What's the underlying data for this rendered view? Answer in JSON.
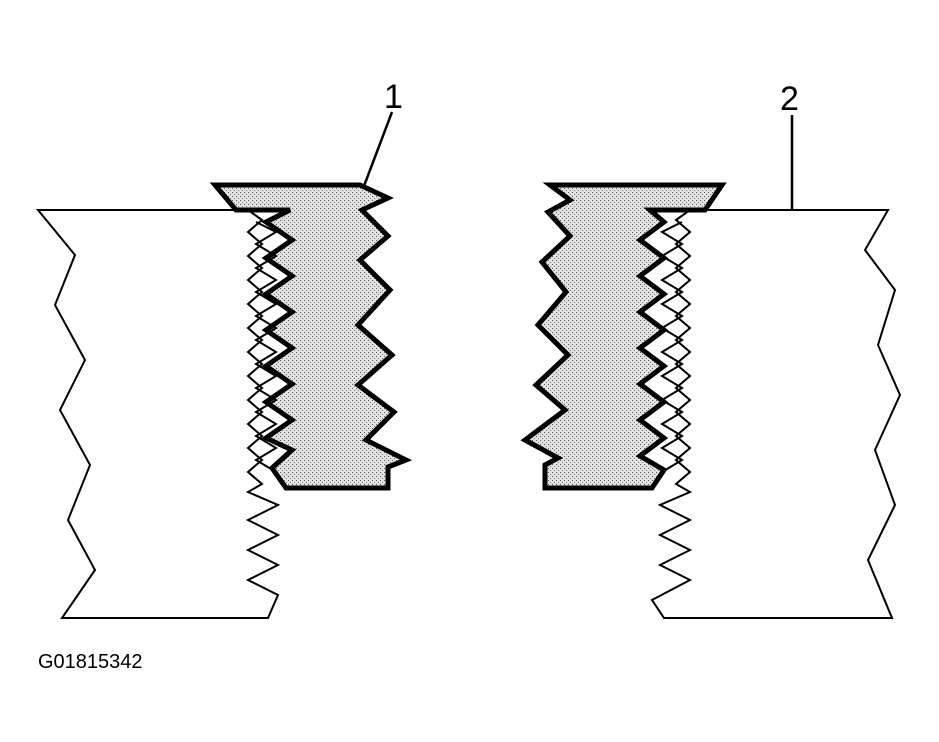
{
  "diagram": {
    "callouts": [
      {
        "id": "1",
        "label": "1"
      },
      {
        "id": "2",
        "label": "2"
      }
    ],
    "figure_id": "G01815342",
    "colors": {
      "line": "#000000",
      "background": "#ffffff",
      "insert_fill": "#d8d8d8"
    }
  }
}
